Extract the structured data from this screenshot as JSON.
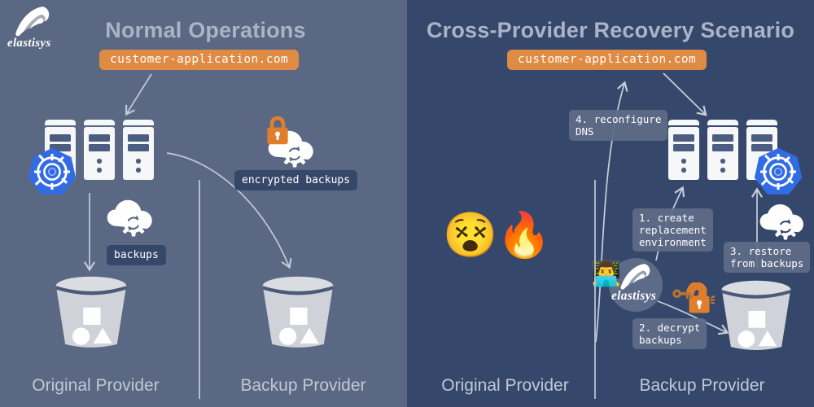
{
  "brand": {
    "name": "elastisys",
    "logo_icon": "elastisys-shell-logo",
    "colors": {
      "panel_left_bg": "#5a6884",
      "panel_right_bg": "#35486b",
      "accent_orange": "#e08b44",
      "label_dark": "#36486a",
      "kubernetes_blue": "#326ce5",
      "title_text": "#aab4c6",
      "bucket_gray": "#cfd3d9"
    }
  },
  "panels": {
    "left": {
      "title": "Normal Operations",
      "domain_pill": "customer-application.com",
      "labels": {
        "encrypted_backups": "encrypted backups",
        "backups": "backups"
      },
      "captions": {
        "original_provider": "Original Provider",
        "backup_provider": "Backup Provider"
      },
      "icons": [
        "server-rack-icon",
        "kubernetes-icon",
        "cloud-backup-gear-icon",
        "padlock-locked-icon",
        "storage-bucket-icon"
      ]
    },
    "right": {
      "title": "Cross-Provider Recovery Scenario",
      "domain_pill": "customer-application.com",
      "steps": [
        {
          "number": "1.",
          "text": "1. create\nreplacement\nenvironment"
        },
        {
          "number": "2.",
          "text": "2. decrypt\nbackups"
        },
        {
          "number": "3.",
          "text": "3. restore\nfrom backups"
        },
        {
          "number": "4.",
          "text": "4. reconfigure\nDNS"
        }
      ],
      "captions": {
        "original_provider": "Original Provider",
        "backup_provider": "Backup Provider"
      },
      "emoji": {
        "dead_face": "😵",
        "fire": "🔥"
      },
      "icons": [
        "dead-face-emoji",
        "fire-emoji",
        "technologist-emoji",
        "elastisys-circle-badge",
        "padlock-unlocked-icon",
        "key-icon",
        "server-rack-icon",
        "kubernetes-icon",
        "cloud-backup-gear-icon",
        "storage-bucket-icon"
      ]
    }
  }
}
